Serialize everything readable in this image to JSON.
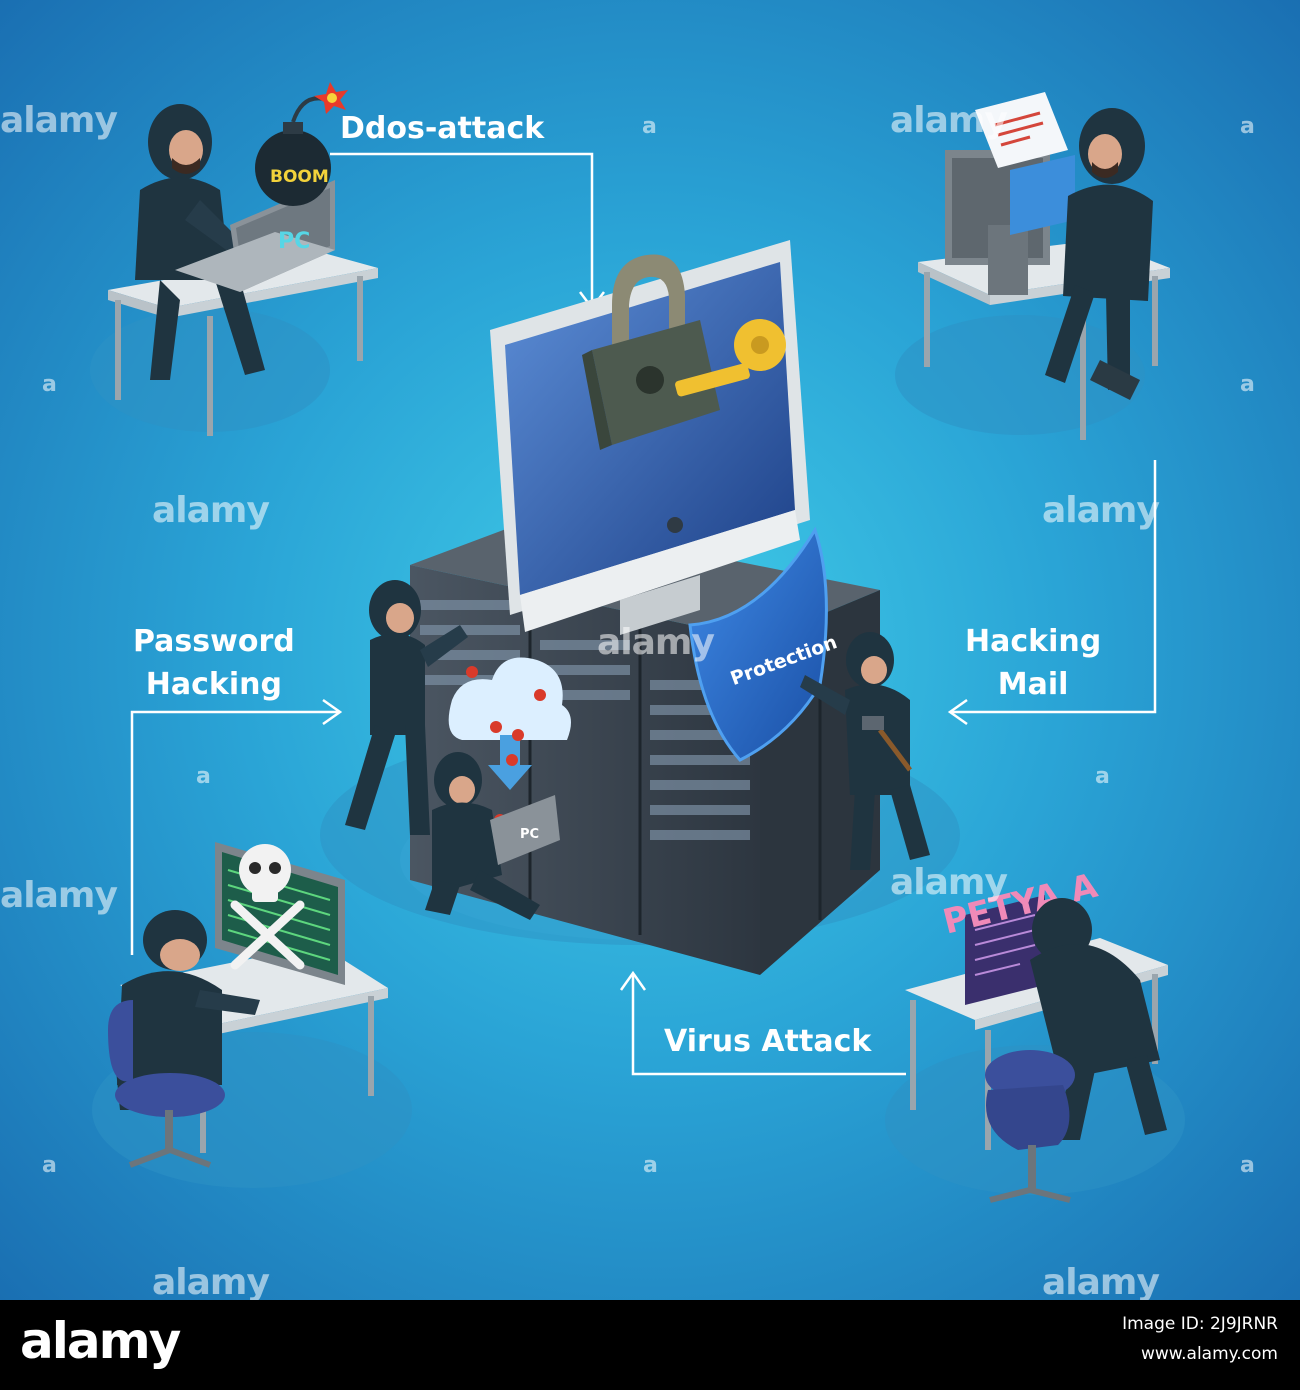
{
  "diagram": {
    "center": {
      "shield_text": "Protection",
      "laptop_text": "PC"
    },
    "nodes": [
      {
        "id": "ddos",
        "label": "Ddos-attack",
        "bomb_text": "BOOM",
        "laptop_text": "PC"
      },
      {
        "id": "mail",
        "label": "Hacking\nMail"
      },
      {
        "id": "password",
        "label": "Password\nHacking"
      },
      {
        "id": "virus",
        "label": "Virus Attack",
        "screen_text": "PETYA A"
      }
    ]
  },
  "watermarks": {
    "word": "alamy",
    "letter": "a"
  },
  "footer": {
    "logo": "alamy",
    "image_id": "Image ID: 2J9JRNR",
    "url": "www.alamy.com"
  },
  "colors": {
    "background_center": "#41cde8",
    "background_edge": "#1a6fb2",
    "connector": "#ffffff",
    "hacker_suit": "#1f3440",
    "desk": "#d6dde1",
    "server": "#3d4852",
    "shield": "#2c6fd0",
    "key": "#f0c030",
    "lock": "#4d5a4f"
  }
}
